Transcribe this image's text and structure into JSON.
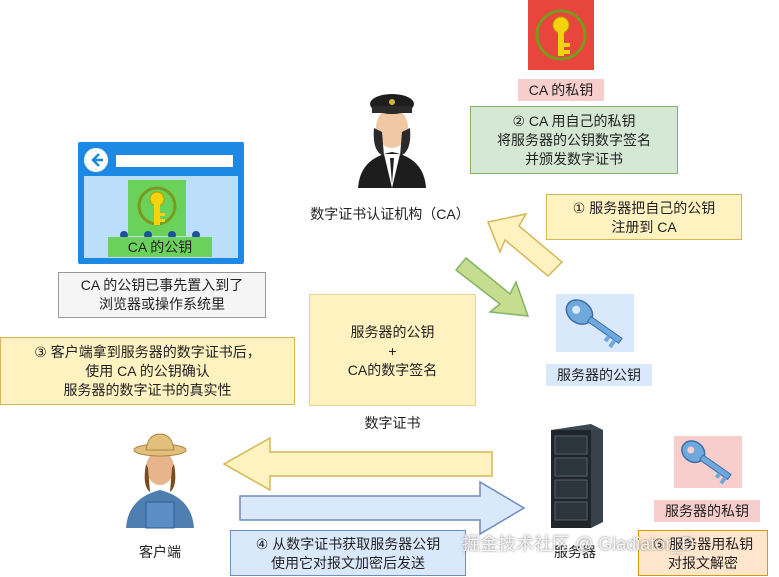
{
  "ca_private_key": {
    "label": "CA 的私钥"
  },
  "step2": {
    "lines": [
      "② CA 用自己的私钥",
      "将服务器的公钥数字签名",
      "并颁发数字证书"
    ]
  },
  "ca": {
    "label": "数字证书认证机构（CA）"
  },
  "step1": {
    "lines": [
      "① 服务器把自己的公钥",
      "注册到 CA"
    ]
  },
  "browser": {
    "key_label": "CA 的公钥"
  },
  "preinstall_note": {
    "lines": [
      "CA 的公钥已事先置入到了",
      "浏览器或操作系统里"
    ]
  },
  "step3": {
    "lines": [
      "③ 客户端拿到服务器的数字证书后，",
      "使用 CA 的公钥确认",
      "服务器的数字证书的真实性"
    ]
  },
  "certificate": {
    "lines": [
      "服务器的公钥",
      "+",
      "CA的数字签名"
    ],
    "caption": "数字证书"
  },
  "server_public_key": {
    "label": "服务器的公钥"
  },
  "server_private_key": {
    "label": "服务器的私钥"
  },
  "client": {
    "label": "客户端"
  },
  "server": {
    "label": "服务器"
  },
  "step4": {
    "lines": [
      "④ 从数字证书获取服务器公钥",
      "使用它对报文加密后发送"
    ]
  },
  "step5": {
    "lines": [
      "⑤ 服务器用私钥",
      "对报文解密"
    ]
  },
  "watermark": {
    "text": "掘金技术社区 @ Gladiator_D"
  },
  "colors": {
    "yellow_box": "#fef2c1",
    "yellow_border": "#d6b656",
    "green_box": "#d5e8d4",
    "green_border": "#82b366",
    "blue_box": "#dae8fc",
    "blue_border": "#6c8ebf",
    "red_box": "#f8cecc",
    "orange_box": "#ffe6cc"
  }
}
